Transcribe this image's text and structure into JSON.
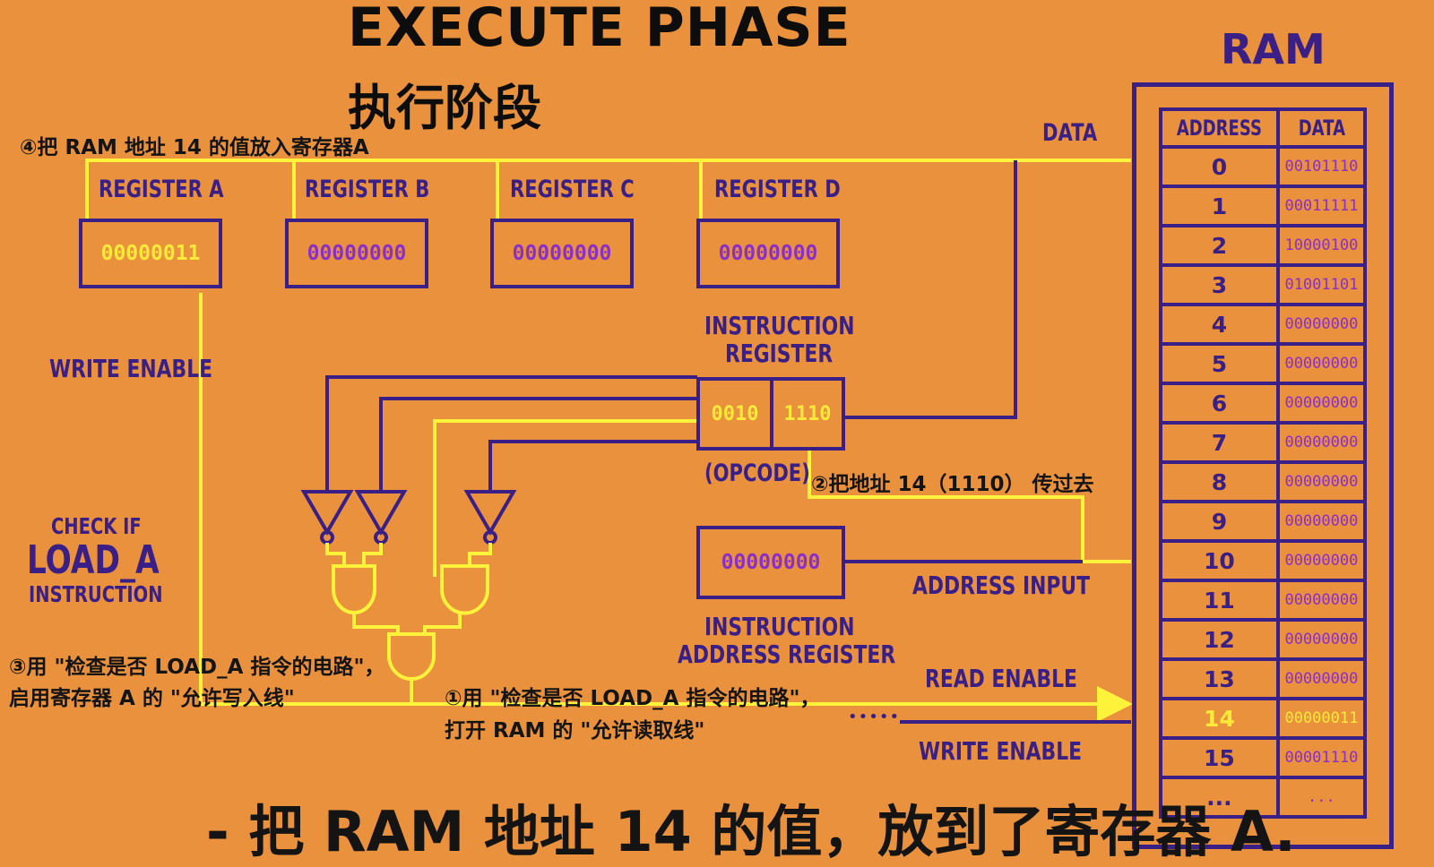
{
  "title": "EXECUTE PHASE",
  "title_zh": "执行阶段",
  "ram": {
    "title": "RAM",
    "col_address": "ADDRESS",
    "col_data": "DATA",
    "rows": [
      {
        "address": "0",
        "data": "00101110"
      },
      {
        "address": "1",
        "data": "00011111"
      },
      {
        "address": "2",
        "data": "10000100"
      },
      {
        "address": "3",
        "data": "01001101"
      },
      {
        "address": "4",
        "data": "00000000"
      },
      {
        "address": "5",
        "data": "00000000"
      },
      {
        "address": "6",
        "data": "00000000"
      },
      {
        "address": "7",
        "data": "00000000"
      },
      {
        "address": "8",
        "data": "00000000"
      },
      {
        "address": "9",
        "data": "00000000"
      },
      {
        "address": "10",
        "data": "00000000"
      },
      {
        "address": "11",
        "data": "00000000"
      },
      {
        "address": "12",
        "data": "00000000"
      },
      {
        "address": "13",
        "data": "00000000"
      },
      {
        "address": "14",
        "data": "00000011"
      },
      {
        "address": "15",
        "data": "00001110"
      }
    ],
    "ellipsis_address": "...",
    "ellipsis_data": "..."
  },
  "registers": [
    {
      "label": "REGISTER A",
      "value": "00000011"
    },
    {
      "label": "REGISTER B",
      "value": "00000000"
    },
    {
      "label": "REGISTER C",
      "value": "00000000"
    },
    {
      "label": "REGISTER D",
      "value": "00000000"
    }
  ],
  "instruction_register": {
    "label_line1": "INSTRUCTION",
    "label_line2": "REGISTER",
    "opcode": "0010",
    "operand": "1110",
    "opcode_label": "(OPCODE)"
  },
  "instruction_address_register": {
    "value": "00000000",
    "label_line1": "INSTRUCTION",
    "label_line2": "ADDRESS REGISTER"
  },
  "labels": {
    "data": "DATA",
    "write_enable_left": "WRITE ENABLE",
    "check_if": "CHECK IF",
    "load_a": "LOAD_A",
    "instruction": "INSTRUCTION",
    "address_input": "ADDRESS INPUT",
    "read_enable": "READ ENABLE",
    "write_enable_right": "WRITE ENABLE",
    "dots": "•••••"
  },
  "notes": {
    "step4": "④把 RAM 地址 14 的值放入寄存器A",
    "step2": "②把地址 14（1110） 传过去",
    "step3_line1": "③用 \"检查是否 LOAD_A 指令的电路\"，",
    "step3_line2": "启用寄存器 A 的 \"允许写入线\"",
    "step1_line1": "①用 \"检查是否 LOAD_A 指令的电路\"，",
    "step1_line2": "打开 RAM 的 \"允许读取线\""
  },
  "subtitle": "- 把 RAM 地址 14 的值，放到了寄存器 A.",
  "colors": {
    "background": "#e9913c",
    "wire_yellow": "#fff23a",
    "purple": "#3a1f86",
    "value_purple": "#8a2fc8",
    "highlight_yellow": "#ffe93b"
  }
}
